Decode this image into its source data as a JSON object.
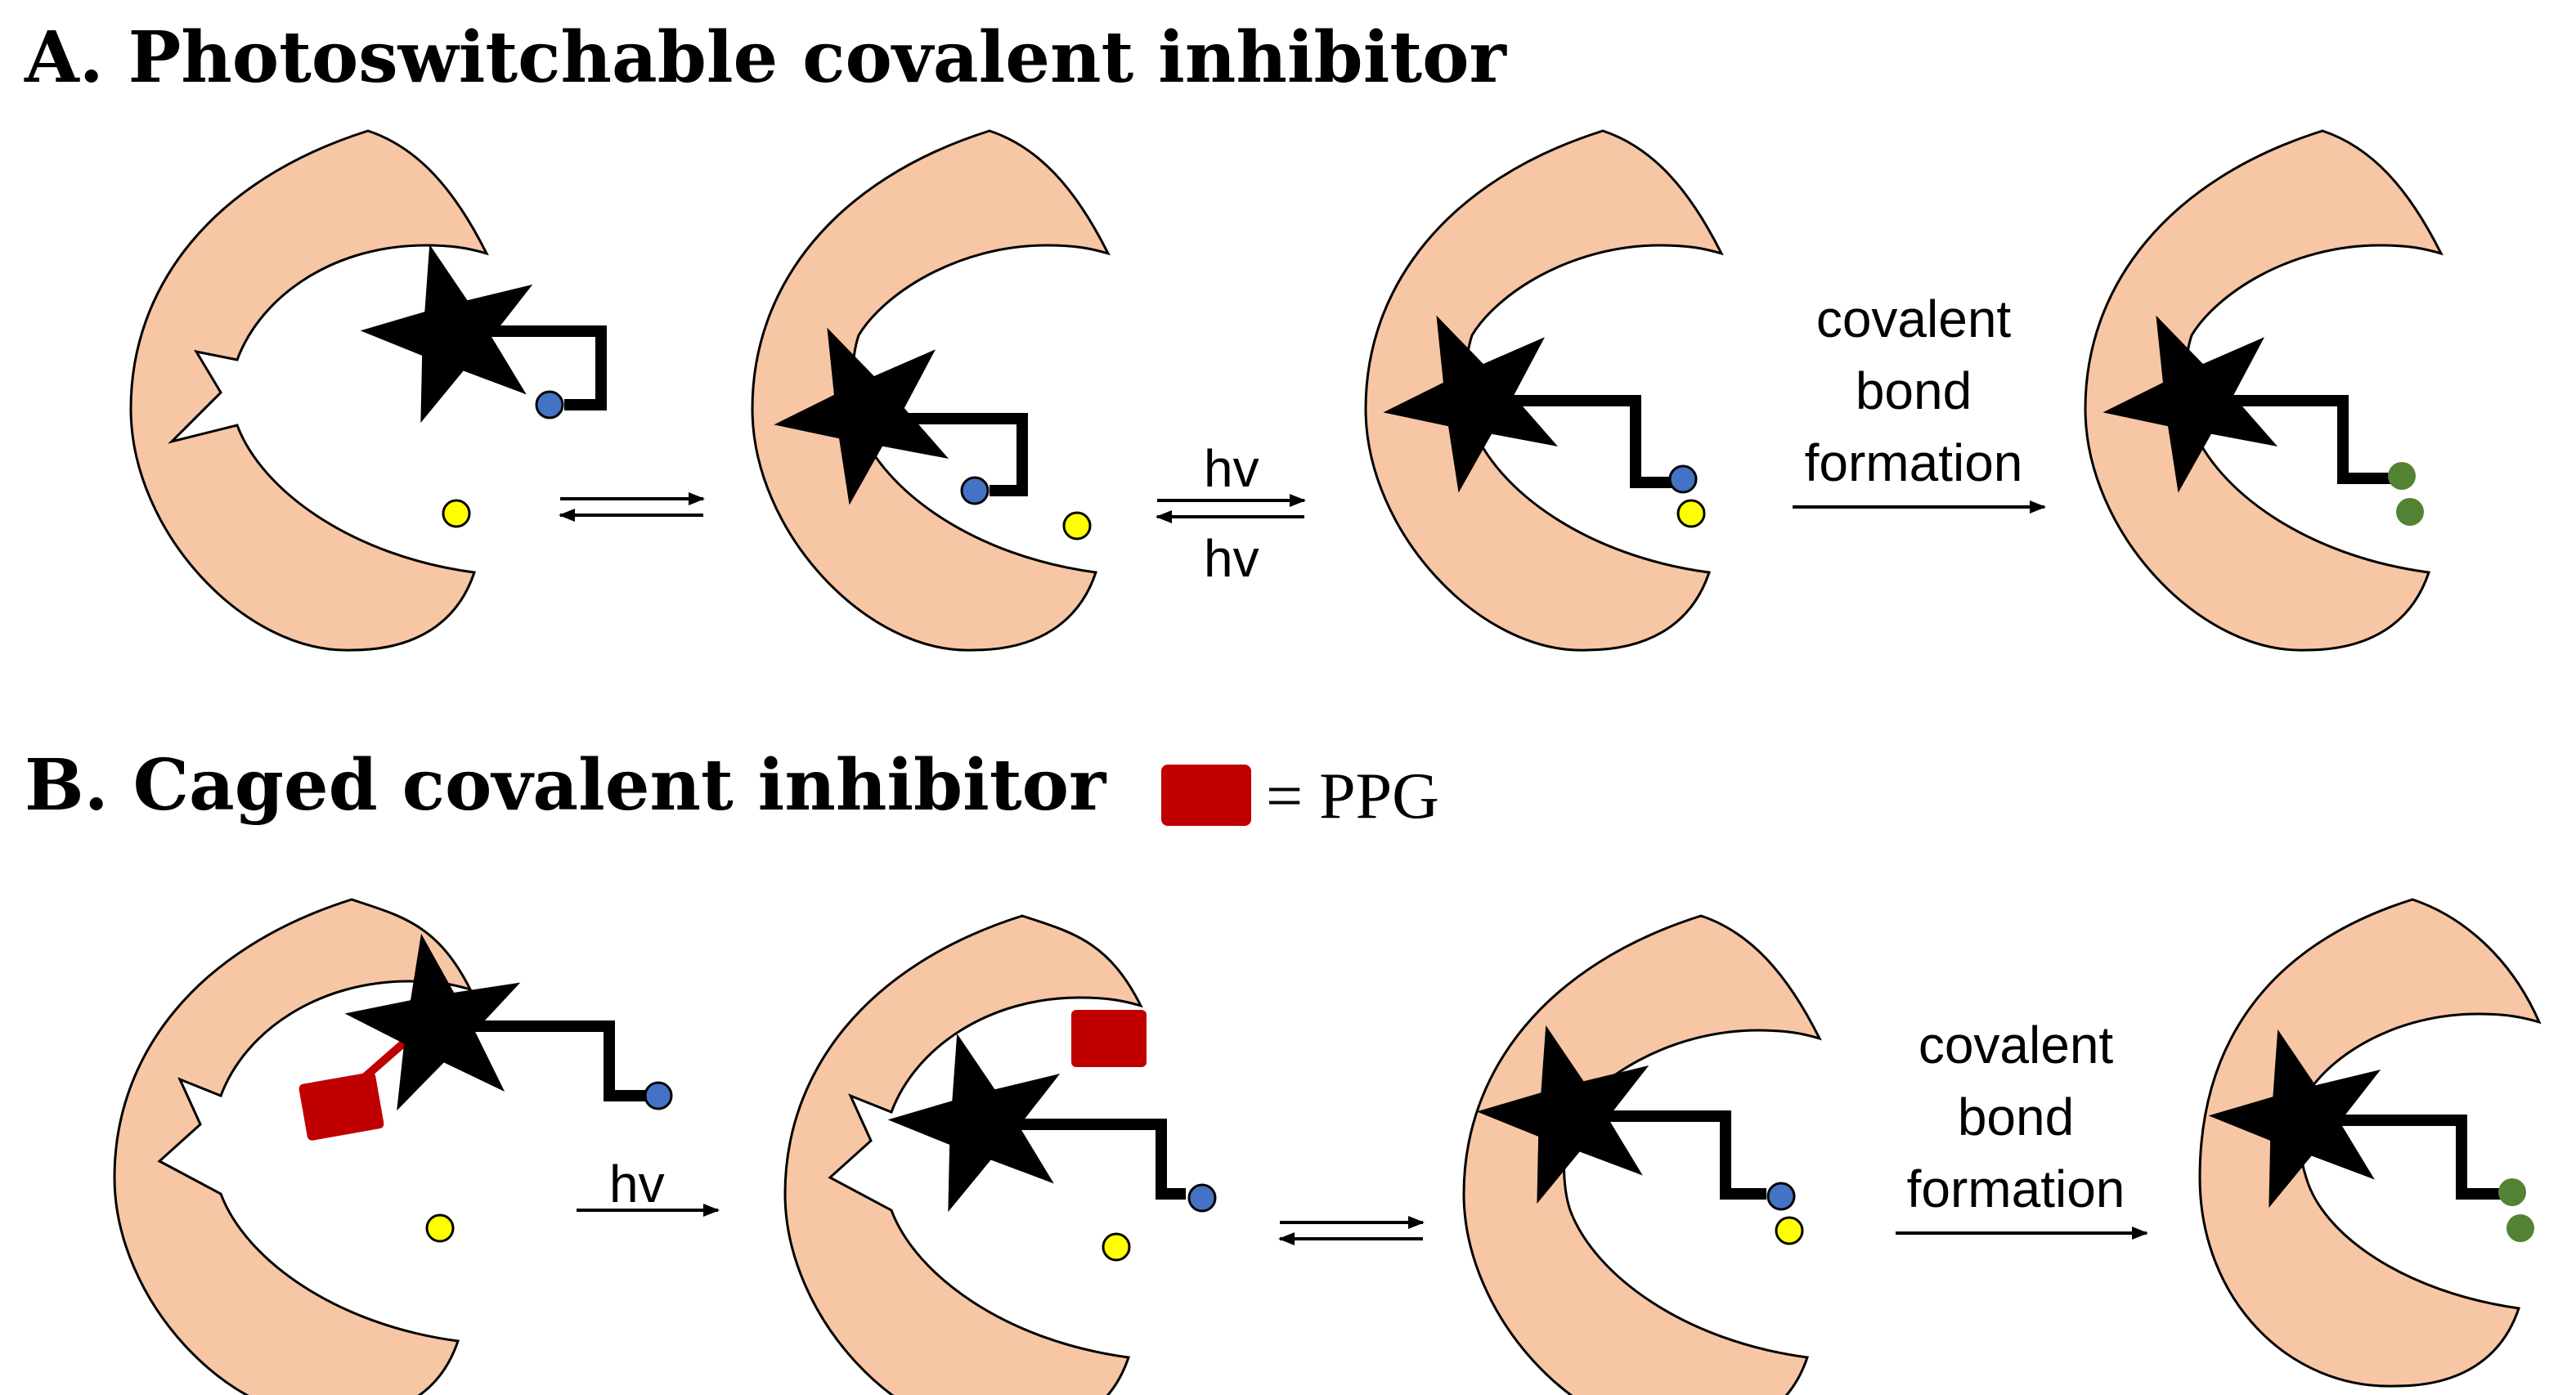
{
  "panel_a": {
    "title": "A. Photoswitchable  covalent inhibitor",
    "arrow_top_label": "hv",
    "arrow_bottom_label": "hv",
    "bond_label": {
      "line1": "covalent",
      "line2": "bond",
      "line3": "formation"
    }
  },
  "panel_b": {
    "title": "B. Caged covalent inhibitor",
    "legend_text": "= PPG",
    "arrow_label": "hv",
    "bond_label": {
      "line1": "covalent",
      "line2": "bond",
      "line3": "formation"
    }
  },
  "colors": {
    "protein": "#f7c6a4",
    "ligand": "#000000",
    "warhead": "#4472c4",
    "nucleophile": "#ffff00",
    "adduct": "#548235",
    "ppg": "#c00000"
  },
  "icons": [
    "crescent-protein-icon",
    "star-ligand-icon",
    "ppg-cage-icon"
  ]
}
